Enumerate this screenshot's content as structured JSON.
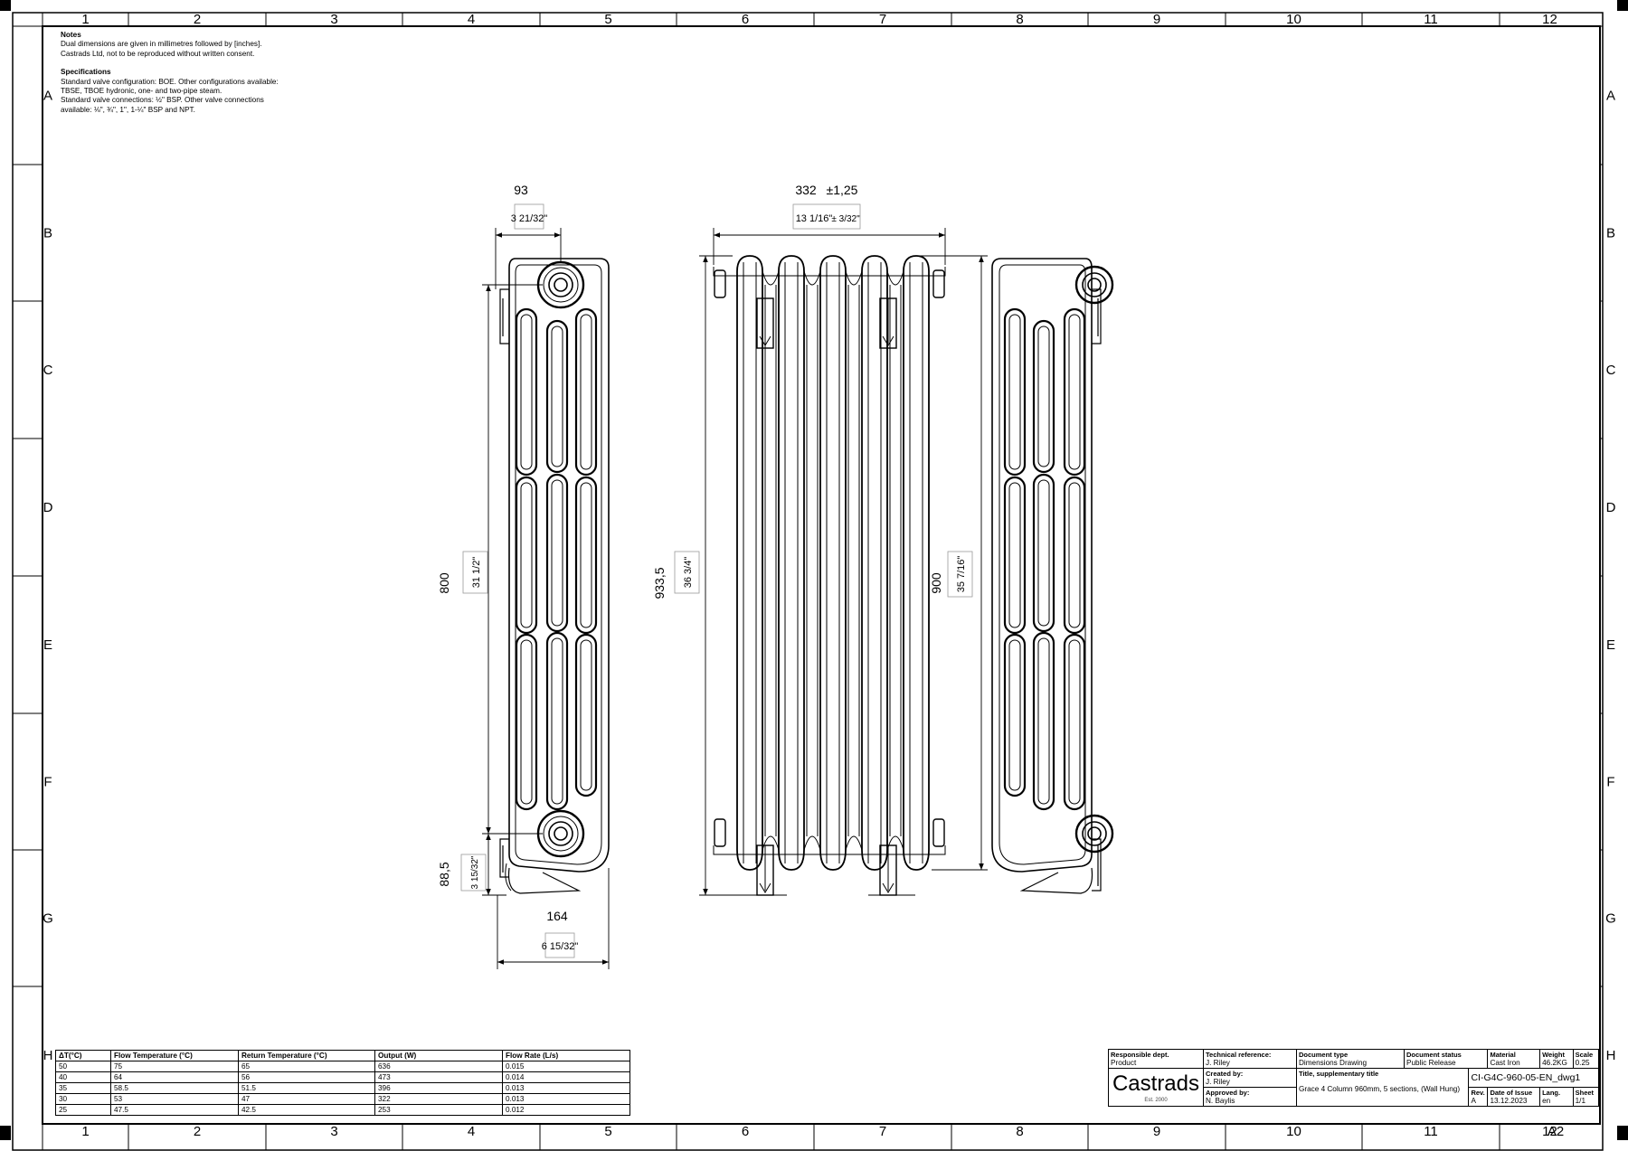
{
  "frame": {
    "columns": [
      "1",
      "2",
      "3",
      "4",
      "5",
      "6",
      "7",
      "8",
      "9",
      "10",
      "11",
      "12"
    ],
    "rows": [
      "A",
      "B",
      "C",
      "D",
      "E",
      "F",
      "G",
      "H"
    ],
    "sheet_size": "A2"
  },
  "notes": {
    "heading": "Notes",
    "lines": [
      "Dual dimensions are given in millimetres followed by [inches].",
      "Castrads Ltd, not to be reproduced without written consent."
    ],
    "spec_heading": "Specifications",
    "spec_lines": [
      "Standard valve configuration: BOE. Other configurations available:",
      "TBSE, TBOE hydronic, one- and two-pipe steam.",
      "Standard valve connections: ½\" BSP. Other valve connections",
      "available: ⅛\", ¾\", 1\", 1-¼\" BSP and NPT."
    ]
  },
  "dimensions": {
    "side_width_mm": "93",
    "side_width_in": "3 21/32\"",
    "front_width_mm": "332",
    "front_width_tol_mm": "±1,25",
    "front_width_in": "13 1/16\"",
    "front_width_tol_in": "± 3/32\"",
    "pipe_centres_mm": "800",
    "pipe_centres_in": "31 1/2\"",
    "overall_height_mm": "933,5",
    "overall_height_in": "36 3/4\"",
    "body_height_mm": "900",
    "body_height_in": "35 7/16\"",
    "floor_to_pipe_mm": "88,5",
    "floor_to_pipe_in": "3 15/32\"",
    "depth_mm": "164",
    "depth_in": "6 15/32\""
  },
  "performance": {
    "headers": [
      "ΔT(°C)",
      "Flow Temperature (°C)",
      "Return Temperature (°C)",
      "Output (W)",
      "Flow Rate (L/s)"
    ],
    "rows": [
      [
        "50",
        "75",
        "65",
        "636",
        "0.015"
      ],
      [
        "40",
        "64",
        "56",
        "473",
        "0.014"
      ],
      [
        "35",
        "58.5",
        "51.5",
        "396",
        "0.013"
      ],
      [
        "30",
        "53",
        "47",
        "322",
        "0.013"
      ],
      [
        "25",
        "47.5",
        "42.5",
        "253",
        "0.012"
      ]
    ]
  },
  "title_block": {
    "responsible_dept_label": "Responsible dept.",
    "responsible_dept": "Product",
    "tech_ref_label": "Technical reference:",
    "tech_ref": "J. Riley",
    "doc_type_label": "Document type",
    "doc_type": "Dimensions Drawing",
    "doc_status_label": "Document status",
    "doc_status": "Public Release",
    "material_label": "Material",
    "material": "Cast Iron",
    "weight_label": "Weight",
    "weight": "46.2KG",
    "scale_label": "Scale",
    "scale": "0.25",
    "logo": "Castrads",
    "logo_sub": "Est. 2000",
    "created_by_label": "Created by:",
    "created_by": "J. Riley",
    "approved_by_label": "Approved by:",
    "approved_by": "N. Baylis",
    "title_label": "Title, supplementary title",
    "title": "Grace 4 Column 960mm, 5 sections, (Wall Hung)",
    "doc_number": "CI-G4C-960-05-EN_dwg1",
    "rev_label": "Rev.",
    "rev": "A",
    "date_label": "Date of Issue",
    "date": "13.12.2023",
    "lang_label": "Lang.",
    "lang": "en",
    "sheet_label": "Sheet",
    "sheet": "1/1"
  }
}
